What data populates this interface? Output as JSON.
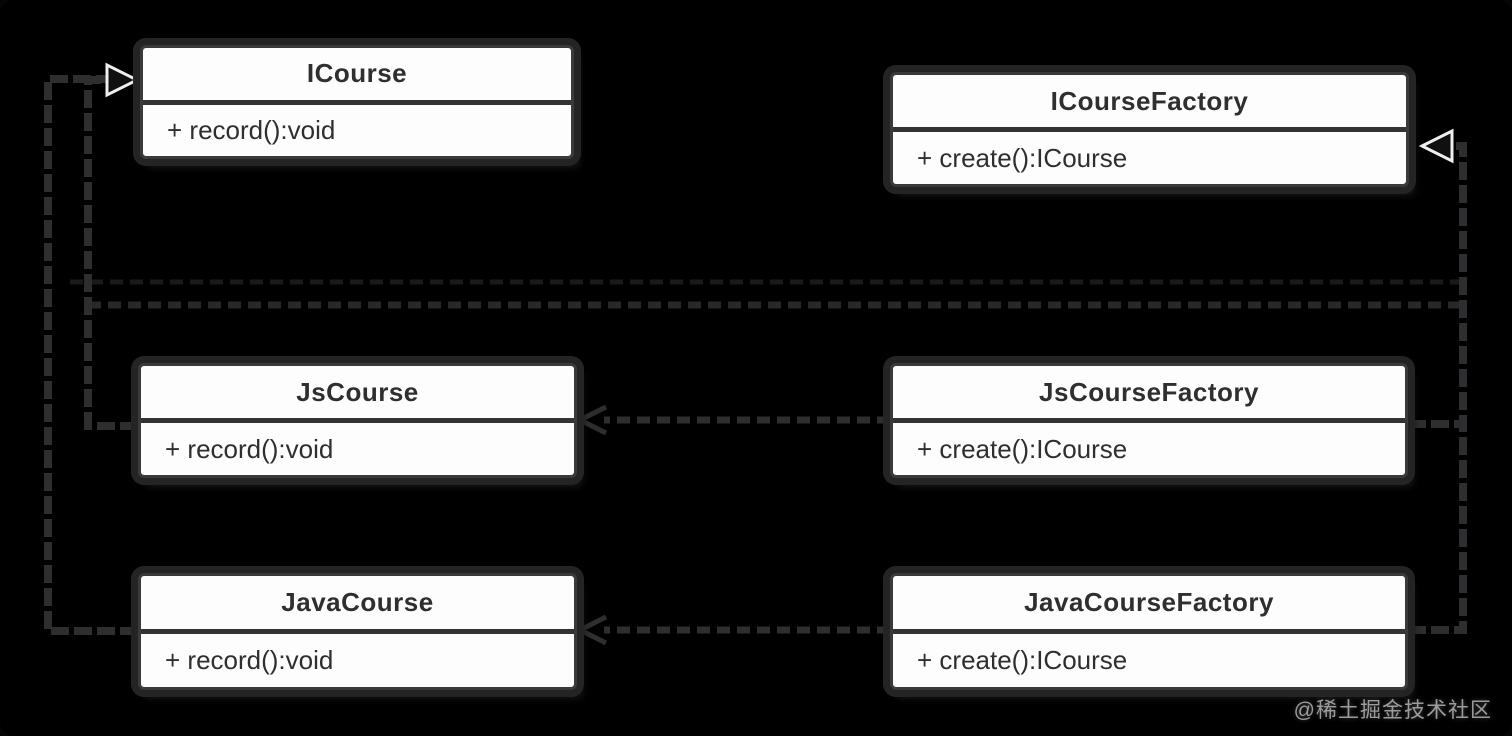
{
  "diagram": {
    "kind": "uml-class-diagram",
    "pattern": "factory-method",
    "background": "#000000",
    "colors": {
      "box_fill": "#fdfdfd",
      "box_border": "#3a3a3a",
      "box_halo": "#242424",
      "text": "#2f2f2f",
      "connector": "#2c2e2f",
      "triangle_stroke": "#eeeeee",
      "watermark": "#9c9c9c"
    }
  },
  "classes": [
    {
      "name": "ICourse",
      "member": "+ record():void"
    },
    {
      "name": "ICourseFactory",
      "member": "+ create():ICourse"
    },
    {
      "name": "JsCourse",
      "member": "+ record():void"
    },
    {
      "name": "JsCourseFactory",
      "member": "+ create():ICourse"
    },
    {
      "name": "JavaCourse",
      "member": "+ record():void"
    },
    {
      "name": "JavaCourseFactory",
      "member": "+ create():ICourse"
    }
  ],
  "relationships": [
    {
      "from": "JsCourse",
      "to": "ICourse",
      "type": "realization"
    },
    {
      "from": "JavaCourse",
      "to": "ICourse",
      "type": "realization"
    },
    {
      "from": "JsCourseFactory",
      "to": "ICourseFactory",
      "type": "realization"
    },
    {
      "from": "JavaCourseFactory",
      "to": "ICourseFactory",
      "type": "realization"
    },
    {
      "from": "JsCourseFactory",
      "to": "JsCourse",
      "type": "dependency"
    },
    {
      "from": "JavaCourseFactory",
      "to": "JavaCourse",
      "type": "dependency"
    },
    {
      "from": "ICourseFactory",
      "to": "ICourse",
      "type": "dependency"
    }
  ],
  "watermark": {
    "text": "@稀土掘金技术社区"
  }
}
